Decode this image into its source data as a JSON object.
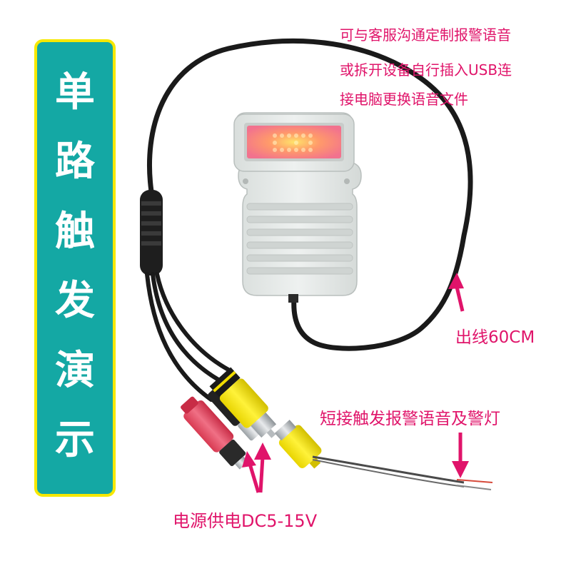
{
  "left_panel": {
    "chars": [
      "单",
      "路",
      "触",
      "发",
      "演",
      "示"
    ]
  },
  "notes": {
    "line1": "可与客服沟通定制报警语音",
    "line2": "或拆开设备自行插入USB连",
    "line3": "接电脑更换语音文件"
  },
  "labels": {
    "cable_length": "出线60CM",
    "trigger": "短接触发报警语音及警灯",
    "power": "电源供电DC5-15V"
  },
  "colors": {
    "panel_bg": "#14a8a4",
    "panel_border": "#f6e800",
    "annotation": "#e0146a",
    "device_body": "#e6eae8",
    "led_window": "#f2728e"
  }
}
